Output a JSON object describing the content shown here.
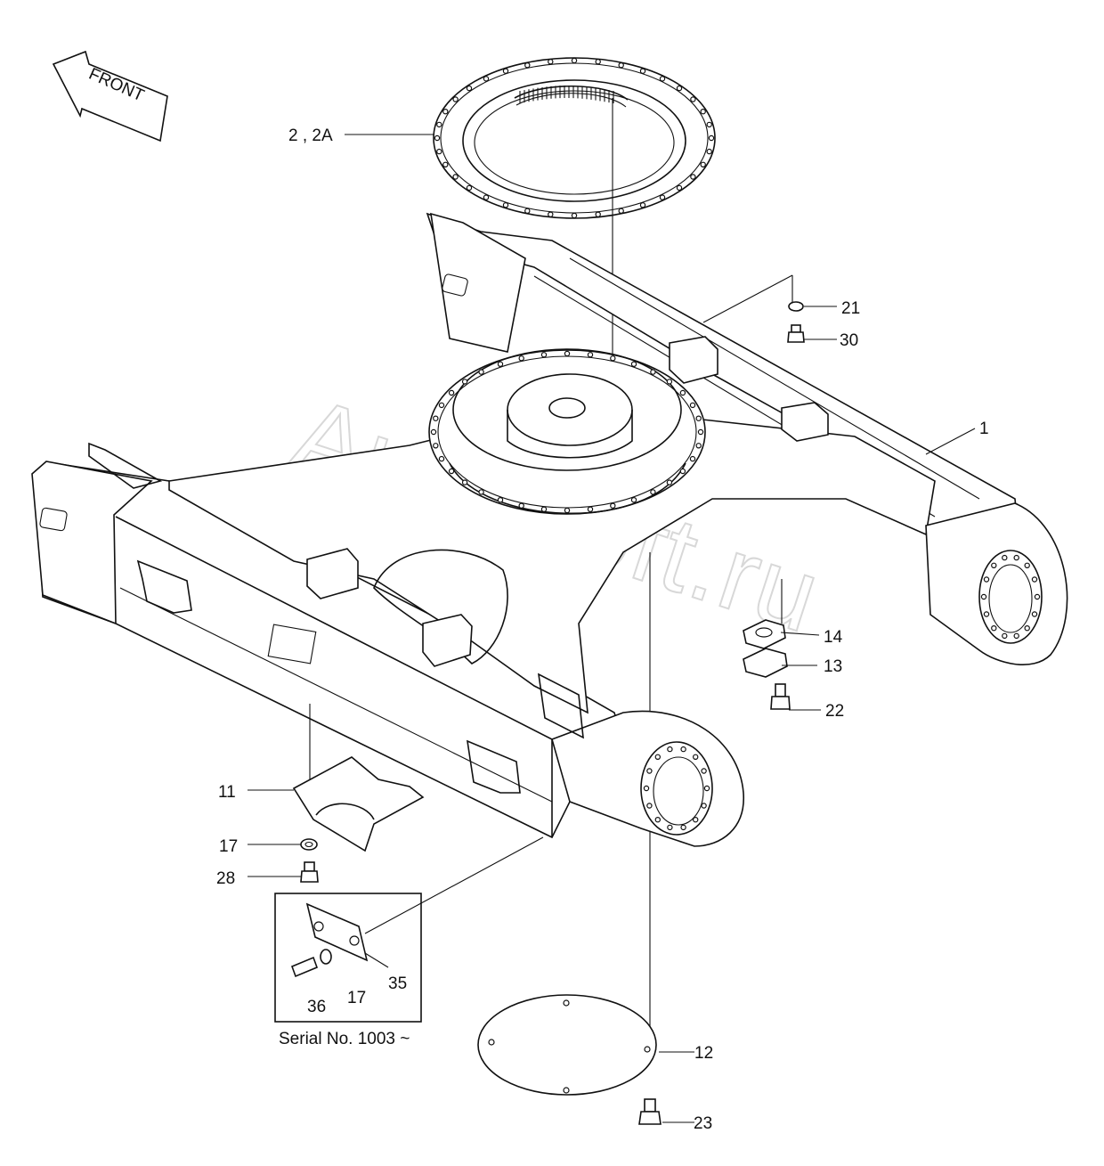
{
  "watermark": "AutoSoft.ru",
  "front_label": "FRONT",
  "serial_note": "Serial No. 1003 ~",
  "callouts": {
    "c1": "1",
    "c2": "2 , 2A",
    "c11": "11",
    "c12": "12",
    "c13": "13",
    "c14": "14",
    "c17a": "17",
    "c17b": "17",
    "c21": "21",
    "c22": "22",
    "c23": "23",
    "c28": "28",
    "c30": "30",
    "c35": "35",
    "c36": "36"
  }
}
